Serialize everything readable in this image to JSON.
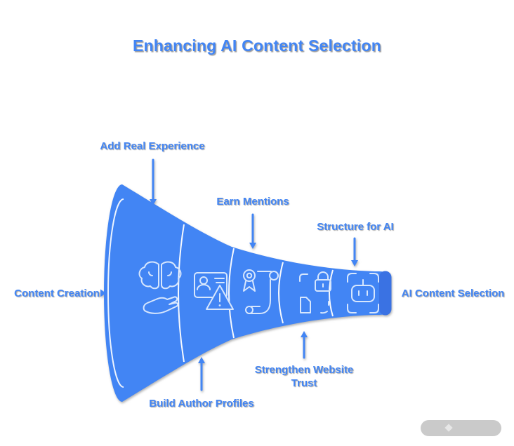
{
  "title": "Enhancing AI Content Selection",
  "colors": {
    "accent": "#4285f4",
    "funnel_fill": "#4285f4",
    "funnel_cap_edge": "#3a72e3",
    "icon_stroke": "#d6e6fd",
    "divider": "#ffffff",
    "watermark_gray": "#808080"
  },
  "funnel": {
    "input_label": "Content Creation",
    "output_label": "AI Content Selection",
    "stages": [
      {
        "label": "Add Real Experience",
        "icon": "brain-hand-icon"
      },
      {
        "label": "Build Author Profiles",
        "icon": "id-card-warning-icon"
      },
      {
        "label": "Earn Mentions",
        "icon": "certificate-scroll-icon"
      },
      {
        "label": "Strengthen Website Trust",
        "icon": "secure-document-scan-icon"
      },
      {
        "label": "Structure for AI",
        "icon": "robot-scan-icon"
      }
    ]
  }
}
